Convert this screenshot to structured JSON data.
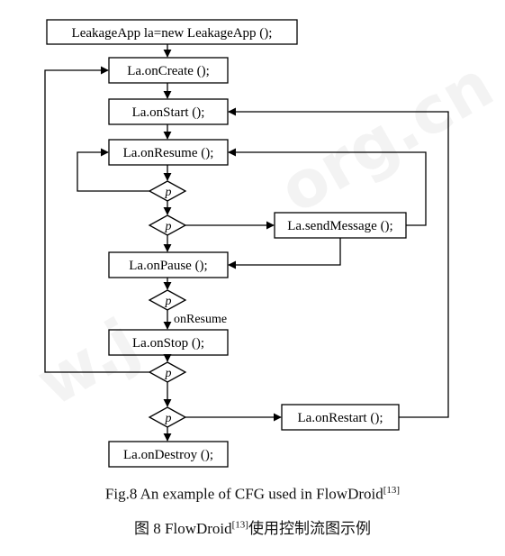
{
  "diagram": {
    "nodes": {
      "init": "LeakageApp la=new LeakageApp ();",
      "onCreate": "La.onCreate ();",
      "onStart": "La.onStart ();",
      "onResume": "La.onResume ();",
      "sendMessage": "La.sendMessage ();",
      "onPause": "La.onPause ();",
      "onStop": "La.onStop ();",
      "onRestart": "La.onRestart ();",
      "onDestroy": "La.onDestroy ();"
    },
    "decision_label": "p",
    "edge_labels": {
      "onResume": "onResume"
    }
  },
  "caption": {
    "en_prefix": "Fig.8    An example of CFG used in FlowDroid",
    "en_ref": "[13]",
    "zh_prefix": "图 8    FlowDroid",
    "zh_ref": "[13]",
    "zh_suffix": "使用控制流图示例"
  }
}
